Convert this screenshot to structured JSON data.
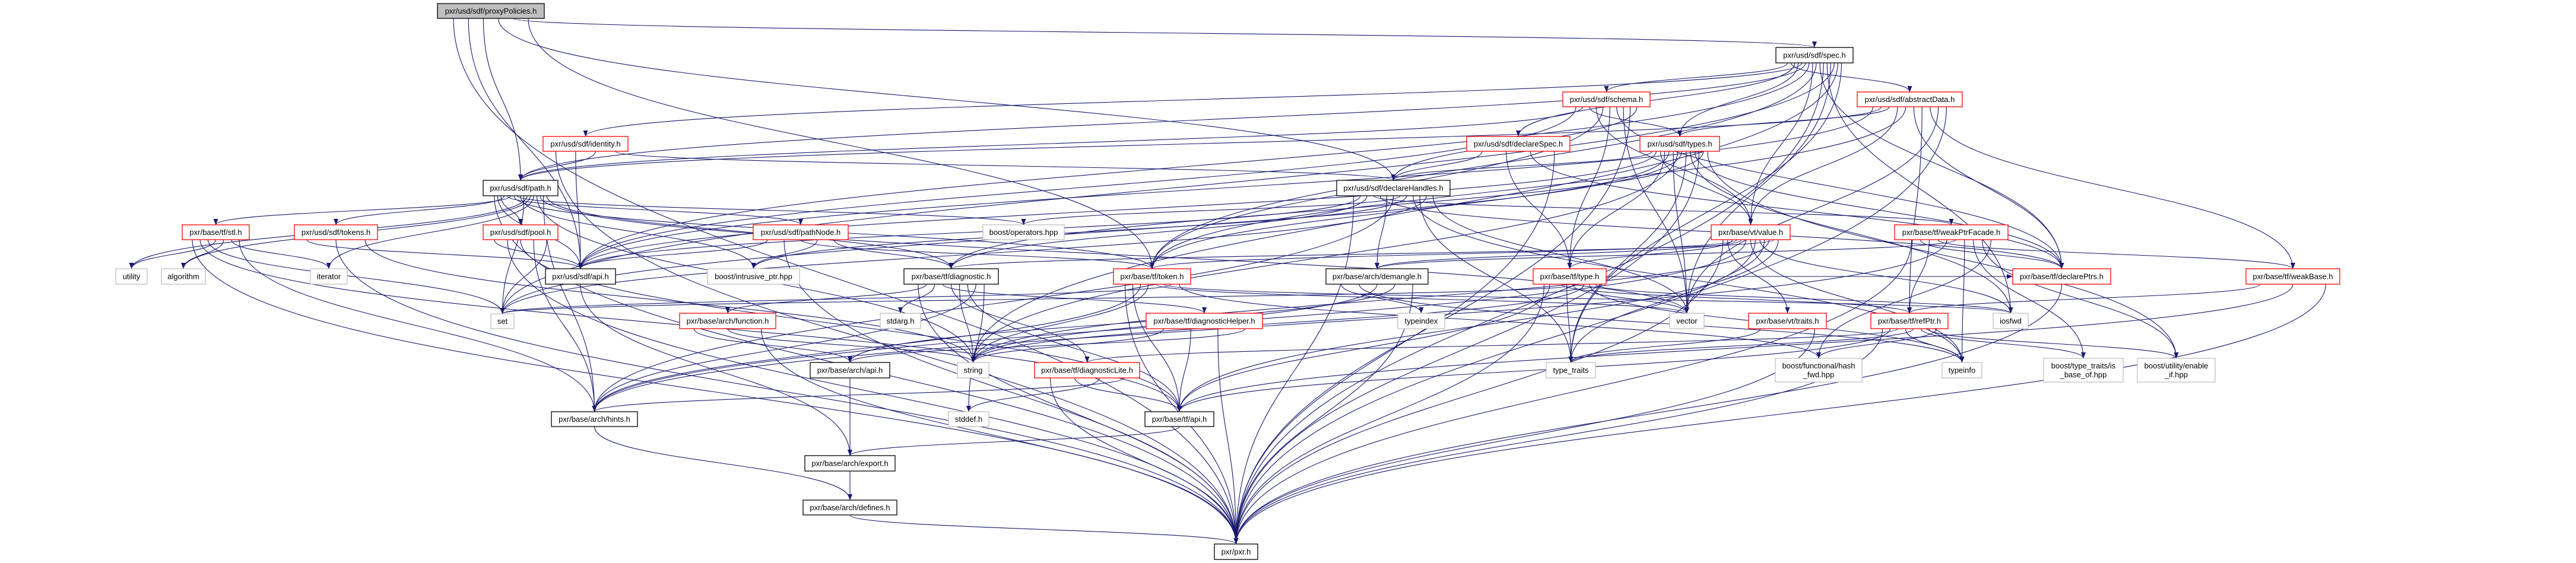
{
  "title": "pxr/usd/sdf/proxyPolicies.h",
  "colors": {
    "edge": "#191970",
    "root_fill": "#bfbfbf",
    "border_black": "#000000",
    "border_red": "#ff0000",
    "border_gray": "#bfbfbf",
    "node_fill": "#ffffff"
  },
  "nodes": {
    "root": {
      "lines": [
        "pxr/usd/sdf/proxyPolicies.h"
      ],
      "style": "root"
    },
    "spec": {
      "lines": [
        "pxr/usd/sdf/spec.h"
      ],
      "style": "black"
    },
    "schema": {
      "lines": [
        "pxr/usd/sdf/schema.h"
      ],
      "style": "red"
    },
    "abstractData": {
      "lines": [
        "pxr/usd/sdf/abstractData.h"
      ],
      "style": "red"
    },
    "declareSpec": {
      "lines": [
        "pxr/usd/sdf/declareSpec.h"
      ],
      "style": "red"
    },
    "types": {
      "lines": [
        "pxr/usd/sdf/types.h"
      ],
      "style": "red"
    },
    "identity": {
      "lines": [
        "pxr/usd/sdf/identity.h"
      ],
      "style": "red"
    },
    "path": {
      "lines": [
        "pxr/usd/sdf/path.h"
      ],
      "style": "black"
    },
    "declareHandles": {
      "lines": [
        "pxr/usd/sdf/declareHandles.h"
      ],
      "style": "black"
    },
    "stl": {
      "lines": [
        "pxr/base/tf/stl.h"
      ],
      "style": "red"
    },
    "tokens": {
      "lines": [
        "pxr/usd/sdf/tokens.h"
      ],
      "style": "red"
    },
    "pool": {
      "lines": [
        "pxr/usd/sdf/pool.h"
      ],
      "style": "red"
    },
    "pathNode": {
      "lines": [
        "pxr/usd/sdf/pathNode.h"
      ],
      "style": "red"
    },
    "operators": {
      "lines": [
        "boost/operators.hpp"
      ],
      "style": "gray"
    },
    "value": {
      "lines": [
        "pxr/base/vt/value.h"
      ],
      "style": "red"
    },
    "weakPtrFacade": {
      "lines": [
        "pxr/base/tf/weakPtrFacade.h"
      ],
      "style": "red"
    },
    "utility": {
      "lines": [
        "utility"
      ],
      "style": "gray"
    },
    "algorithm": {
      "lines": [
        "algorithm"
      ],
      "style": "gray"
    },
    "iterator": {
      "lines": [
        "iterator"
      ],
      "style": "gray"
    },
    "sdfapi": {
      "lines": [
        "pxr/usd/sdf/api.h"
      ],
      "style": "black"
    },
    "intrusive": {
      "lines": [
        "boost/intrusive_ptr.hpp"
      ],
      "style": "gray"
    },
    "diagnostic": {
      "lines": [
        "pxr/base/tf/diagnostic.h"
      ],
      "style": "black"
    },
    "token": {
      "lines": [
        "pxr/base/tf/token.h"
      ],
      "style": "red"
    },
    "demangle": {
      "lines": [
        "pxr/base/arch/demangle.h"
      ],
      "style": "black"
    },
    "tftype": {
      "lines": [
        "pxr/base/tf/type.h"
      ],
      "style": "red"
    },
    "declarePtrs": {
      "lines": [
        "pxr/base/tf/declarePtrs.h"
      ],
      "style": "red"
    },
    "weakBase": {
      "lines": [
        "pxr/base/tf/weakBase.h"
      ],
      "style": "red"
    },
    "set": {
      "lines": [
        "set"
      ],
      "style": "gray"
    },
    "function": {
      "lines": [
        "pxr/base/arch/function.h"
      ],
      "style": "red"
    },
    "stdarg": {
      "lines": [
        "stdarg.h"
      ],
      "style": "gray"
    },
    "diagHelper": {
      "lines": [
        "pxr/base/tf/diagnosticHelper.h"
      ],
      "style": "red"
    },
    "typeindex": {
      "lines": [
        "typeindex"
      ],
      "style": "gray"
    },
    "vector": {
      "lines": [
        "vector"
      ],
      "style": "gray"
    },
    "vttraits": {
      "lines": [
        "pxr/base/vt/traits.h"
      ],
      "style": "red"
    },
    "refPtr": {
      "lines": [
        "pxr/base/tf/refPtr.h"
      ],
      "style": "red"
    },
    "iosfwd": {
      "lines": [
        "iosfwd"
      ],
      "style": "gray"
    },
    "archapi": {
      "lines": [
        "pxr/base/arch/api.h"
      ],
      "style": "black"
    },
    "string": {
      "lines": [
        "string"
      ],
      "style": "gray"
    },
    "diagLite": {
      "lines": [
        "pxr/base/tf/diagnosticLite.h"
      ],
      "style": "red"
    },
    "typetraits": {
      "lines": [
        "type_traits"
      ],
      "style": "gray"
    },
    "typeinfo": {
      "lines": [
        "typeinfo"
      ],
      "style": "gray"
    },
    "hashfwd": {
      "lines": [
        "boost/functional/hash",
        "_fwd.hpp"
      ],
      "style": "gray"
    },
    "isbaseof": {
      "lines": [
        "boost/type_traits/is",
        "_base_of.hpp"
      ],
      "style": "gray"
    },
    "enableif": {
      "lines": [
        "boost/utility/enable",
        "_if.hpp"
      ],
      "style": "gray"
    },
    "hints": {
      "lines": [
        "pxr/base/arch/hints.h"
      ],
      "style": "black"
    },
    "stddef": {
      "lines": [
        "stddef.h"
      ],
      "style": "gray"
    },
    "tfapi": {
      "lines": [
        "pxr/base/tf/api.h"
      ],
      "style": "black"
    },
    "export": {
      "lines": [
        "pxr/base/arch/export.h"
      ],
      "style": "black"
    },
    "defines": {
      "lines": [
        "pxr/base/arch/defines.h"
      ],
      "style": "black"
    },
    "pxr": {
      "lines": [
        "pxr/pxr.h"
      ],
      "style": "black"
    }
  },
  "edges": [
    [
      "root",
      "pxr"
    ],
    [
      "root",
      "sdfapi"
    ],
    [
      "root",
      "path"
    ],
    [
      "root",
      "declareHandles"
    ],
    [
      "root",
      "spec"
    ],
    [
      "root",
      "token"
    ],
    [
      "spec",
      "schema"
    ],
    [
      "spec",
      "abstractData"
    ],
    [
      "spec",
      "declareSpec"
    ],
    [
      "spec",
      "types"
    ],
    [
      "spec",
      "identity"
    ],
    [
      "spec",
      "path"
    ],
    [
      "spec",
      "sdfapi"
    ],
    [
      "spec",
      "value"
    ],
    [
      "spec",
      "token"
    ],
    [
      "spec",
      "declarePtrs"
    ],
    [
      "spec",
      "pxr"
    ],
    [
      "spec",
      "iosfwd"
    ],
    [
      "spec",
      "vector"
    ],
    [
      "spec",
      "set"
    ],
    [
      "spec",
      "string"
    ],
    [
      "spec",
      "typetraits"
    ],
    [
      "schema",
      "sdfapi"
    ],
    [
      "schema",
      "path"
    ],
    [
      "schema",
      "types"
    ],
    [
      "schema",
      "value"
    ],
    [
      "schema",
      "token"
    ],
    [
      "schema",
      "tftype"
    ],
    [
      "schema",
      "declarePtrs"
    ],
    [
      "schema",
      "vector"
    ],
    [
      "schema",
      "pxr"
    ],
    [
      "schema",
      "declareHandles"
    ],
    [
      "abstractData",
      "sdfapi"
    ],
    [
      "abstractData",
      "path"
    ],
    [
      "abstractData",
      "types"
    ],
    [
      "abstractData",
      "value"
    ],
    [
      "abstractData",
      "token"
    ],
    [
      "abstractData",
      "declarePtrs"
    ],
    [
      "abstractData",
      "refPtr"
    ],
    [
      "abstractData",
      "weakBase"
    ],
    [
      "abstractData",
      "vector"
    ],
    [
      "abstractData",
      "pxr"
    ],
    [
      "declareSpec",
      "declareHandles"
    ],
    [
      "declareSpec",
      "tftype"
    ],
    [
      "declareSpec",
      "declarePtrs"
    ],
    [
      "declareSpec",
      "pxr"
    ],
    [
      "types",
      "declareHandles"
    ],
    [
      "types",
      "sdfapi"
    ],
    [
      "types",
      "value"
    ],
    [
      "types",
      "tftype"
    ],
    [
      "types",
      "token"
    ],
    [
      "types",
      "vector"
    ],
    [
      "types",
      "string"
    ],
    [
      "types",
      "set"
    ],
    [
      "types",
      "typetraits"
    ],
    [
      "types",
      "iosfwd"
    ],
    [
      "types",
      "declarePtrs"
    ],
    [
      "types",
      "pxr"
    ],
    [
      "types",
      "diagnostic"
    ],
    [
      "types",
      "enableif"
    ],
    [
      "identity",
      "pxr"
    ],
    [
      "identity",
      "sdfapi"
    ],
    [
      "identity",
      "path"
    ],
    [
      "identity",
      "declareHandles"
    ],
    [
      "path",
      "pxr"
    ],
    [
      "path",
      "sdfapi"
    ],
    [
      "path",
      "pool"
    ],
    [
      "path",
      "tokens"
    ],
    [
      "path",
      "pathNode"
    ],
    [
      "path",
      "stl"
    ],
    [
      "path",
      "token"
    ],
    [
      "path",
      "operators"
    ],
    [
      "path",
      "intrusive"
    ],
    [
      "path",
      "set"
    ],
    [
      "path",
      "utility"
    ],
    [
      "path",
      "algorithm"
    ],
    [
      "path",
      "iterator"
    ],
    [
      "path",
      "string"
    ],
    [
      "path",
      "vector"
    ],
    [
      "path",
      "hints"
    ],
    [
      "path",
      "diagnostic"
    ],
    [
      "declareHandles",
      "pxr"
    ],
    [
      "declareHandles",
      "sdfapi"
    ],
    [
      "declareHandles",
      "diagnostic"
    ],
    [
      "declareHandles",
      "weakPtrFacade"
    ],
    [
      "declareHandles",
      "declarePtrs"
    ],
    [
      "declareHandles",
      "demangle"
    ],
    [
      "declareHandles",
      "hints"
    ],
    [
      "declareHandles",
      "operators"
    ],
    [
      "declareHandles",
      "intrusive"
    ],
    [
      "declareHandles",
      "typeinfo"
    ],
    [
      "declareHandles",
      "typetraits"
    ],
    [
      "declareHandles",
      "set"
    ],
    [
      "declareHandles",
      "vector"
    ],
    [
      "value",
      "pxr"
    ],
    [
      "value",
      "vttraits"
    ],
    [
      "value",
      "tftype"
    ],
    [
      "value",
      "token"
    ],
    [
      "value",
      "demangle"
    ],
    [
      "value",
      "hints"
    ],
    [
      "value",
      "typeinfo"
    ],
    [
      "value",
      "typetraits"
    ],
    [
      "value",
      "iosfwd"
    ],
    [
      "value",
      "vector"
    ],
    [
      "value",
      "string"
    ],
    [
      "value",
      "diagnostic"
    ],
    [
      "value",
      "tfapi"
    ],
    [
      "weakPtrFacade",
      "pxr"
    ],
    [
      "weakPtrFacade",
      "declarePtrs"
    ],
    [
      "weakPtrFacade",
      "refPtr"
    ],
    [
      "weakPtrFacade",
      "weakBase"
    ],
    [
      "weakPtrFacade",
      "hints"
    ],
    [
      "weakPtrFacade",
      "demangle"
    ],
    [
      "weakPtrFacade",
      "typeinfo"
    ],
    [
      "weakPtrFacade",
      "isbaseof"
    ],
    [
      "weakPtrFacade",
      "enableif"
    ],
    [
      "weakPtrFacade",
      "hashfwd"
    ],
    [
      "stl",
      "pxr"
    ],
    [
      "stl",
      "tfapi"
    ],
    [
      "stl",
      "set"
    ],
    [
      "stl",
      "utility"
    ],
    [
      "stl",
      "algorithm"
    ],
    [
      "stl",
      "iterator"
    ],
    [
      "stl",
      "hints"
    ],
    [
      "tokens",
      "sdfapi"
    ],
    [
      "tokens",
      "pxr"
    ],
    [
      "tokens",
      "string"
    ],
    [
      "pool",
      "sdfapi"
    ],
    [
      "pool",
      "pxr"
    ],
    [
      "pool",
      "tfapi"
    ],
    [
      "pool",
      "hints"
    ],
    [
      "pool",
      "set"
    ],
    [
      "pathNode",
      "sdfapi"
    ],
    [
      "pathNode",
      "pxr"
    ],
    [
      "pathNode",
      "token"
    ],
    [
      "pathNode",
      "intrusive"
    ],
    [
      "pathNode",
      "diagnostic"
    ],
    [
      "sdfapi",
      "export"
    ],
    [
      "diagnostic",
      "pxr"
    ],
    [
      "diagnostic",
      "function"
    ],
    [
      "diagnostic",
      "stdarg"
    ],
    [
      "diagnostic",
      "diagHelper"
    ],
    [
      "diagnostic",
      "diagLite"
    ],
    [
      "diagnostic",
      "string"
    ],
    [
      "diagnostic",
      "tfapi"
    ],
    [
      "diagnostic",
      "hints"
    ],
    [
      "diagnostic",
      "stddef"
    ],
    [
      "token",
      "pxr"
    ],
    [
      "token",
      "tfapi"
    ],
    [
      "token",
      "hints"
    ],
    [
      "token",
      "string"
    ],
    [
      "token",
      "vector"
    ],
    [
      "token",
      "iosfwd"
    ],
    [
      "token",
      "set"
    ],
    [
      "token",
      "hashfwd"
    ],
    [
      "demangle",
      "typeindex"
    ],
    [
      "demangle",
      "typeinfo"
    ],
    [
      "demangle",
      "string"
    ],
    [
      "demangle",
      "archapi"
    ],
    [
      "demangle",
      "pxr"
    ],
    [
      "tftype",
      "pxr"
    ],
    [
      "tftype",
      "tfapi"
    ],
    [
      "tftype",
      "declarePtrs"
    ],
    [
      "tftype",
      "refPtr"
    ],
    [
      "tftype",
      "typetraits"
    ],
    [
      "tftype",
      "vector"
    ],
    [
      "tftype",
      "set"
    ],
    [
      "tftype",
      "string"
    ],
    [
      "tftype",
      "typeinfo"
    ],
    [
      "tftype",
      "iosfwd"
    ],
    [
      "declarePtrs",
      "pxr"
    ],
    [
      "weakBase",
      "refPtr"
    ],
    [
      "weakBase",
      "tfapi"
    ],
    [
      "weakBase",
      "pxr"
    ],
    [
      "function",
      "archapi"
    ],
    [
      "function",
      "string"
    ],
    [
      "function",
      "pxr"
    ],
    [
      "diagHelper",
      "string"
    ],
    [
      "diagHelper",
      "tfapi"
    ],
    [
      "diagHelper",
      "pxr"
    ],
    [
      "diagHelper",
      "archapi"
    ],
    [
      "vttraits",
      "typetraits"
    ],
    [
      "vttraits",
      "pxr"
    ],
    [
      "refPtr",
      "pxr"
    ],
    [
      "refPtr",
      "tfapi"
    ],
    [
      "refPtr",
      "diagLite"
    ],
    [
      "refPtr",
      "typeinfo"
    ],
    [
      "refPtr",
      "typetraits"
    ],
    [
      "refPtr",
      "isbaseof"
    ],
    [
      "refPtr",
      "enableif"
    ],
    [
      "refPtr",
      "hashfwd"
    ],
    [
      "archapi",
      "export"
    ],
    [
      "diagLite",
      "pxr"
    ],
    [
      "diagLite",
      "tfapi"
    ],
    [
      "diagLite",
      "stddef"
    ],
    [
      "diagLite",
      "hints"
    ],
    [
      "tfapi",
      "export"
    ],
    [
      "export",
      "defines"
    ],
    [
      "hints",
      "defines"
    ],
    [
      "defines",
      "pxr"
    ]
  ]
}
